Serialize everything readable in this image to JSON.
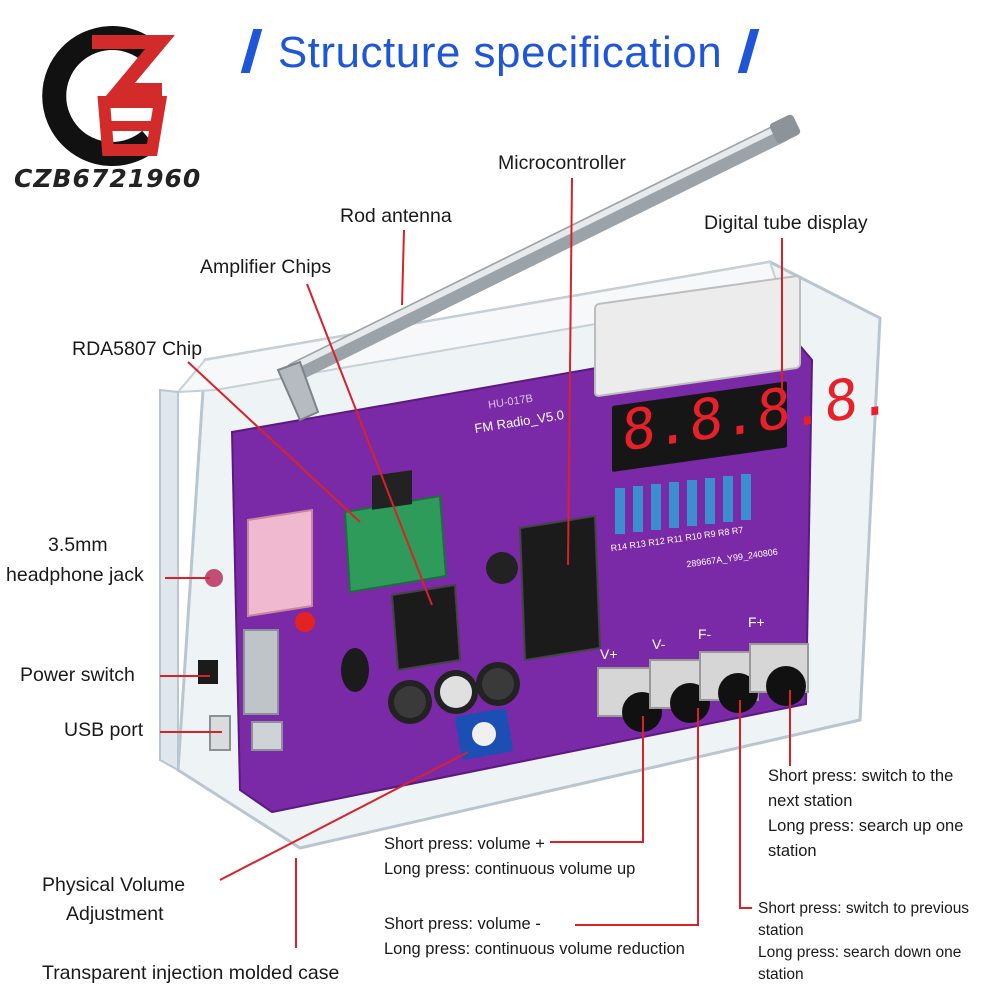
{
  "header": {
    "title": "Structure specification",
    "accent_color": "#1f56d8"
  },
  "logo": {
    "text": "CZB6721960",
    "colors": [
      "#111111",
      "#d32a2a"
    ]
  },
  "callouts": {
    "microcontroller": "Microcontroller",
    "rod_antenna": "Rod antenna",
    "digital_tube_display": "Digital tube display",
    "amplifier_chips": "Amplifier Chips",
    "rda5807_chip": "RDA5807 Chip",
    "headphone_jack_line1": "3.5mm",
    "headphone_jack_line2": "headphone jack",
    "power_switch": "Power switch",
    "usb_port": "USB port",
    "volume_adjust_line1": "Physical Volume",
    "volume_adjust_line2": "Adjustment",
    "case": "Transparent injection molded case"
  },
  "button_descriptions": {
    "vol_up": {
      "short": "Short press: volume +",
      "long": "Long press: continuous volume up"
    },
    "vol_down": {
      "short": "Short press: volume -",
      "long": "Long press: continuous volume reduction"
    },
    "f_plus": {
      "line1": "Short press: switch to the",
      "line2": "next station",
      "line3": "Long press: search up one",
      "line4": "station"
    },
    "f_minus": {
      "line1": "Short press: switch to previous",
      "line2": "station",
      "line3": "Long press: search down one",
      "line4": "station"
    }
  },
  "board": {
    "version_text": "FM Radio_V5.0",
    "model_text": "HU-017B",
    "display_digits": "8.8.8.8.",
    "button_labels": [
      "V+",
      "V-",
      "F-",
      "F+"
    ],
    "resistor_labels": "R14 R13 R12 R11 R10 R9 R8 R7",
    "serial_text": "289667A_Y99_240806",
    "colors": {
      "pcb": "#7a2aa6",
      "display_digit": "#e8202a",
      "leader_line": "#d8222a"
    }
  }
}
